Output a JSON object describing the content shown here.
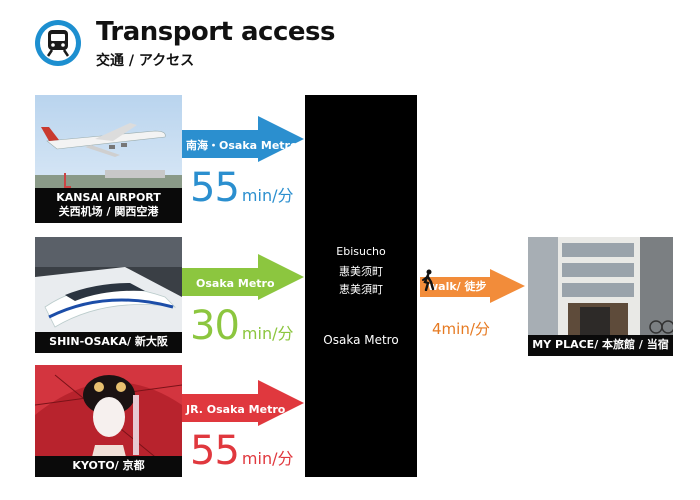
{
  "header": {
    "title": "Transport access",
    "subtitle": "交通 / アクセス",
    "icon": "train-icon",
    "accent": "#1d8fd0"
  },
  "routes": [
    {
      "caption_line1": "KANSAI AIRPORT",
      "caption_line2": "关西机场 / 関西空港",
      "line": "南海・Osaka Metro",
      "minutes": "55",
      "unit": "min/分",
      "color": "#2b8fcf",
      "photo": "airplane-photo"
    },
    {
      "caption_line1": "SHIN-OSAKA/ 新大阪",
      "line": "Osaka Metro",
      "minutes": "30",
      "unit": "min/分",
      "color": "#8cc63f",
      "photo": "shinkansen-photo"
    },
    {
      "caption_line1": "KYOTO/ 京都",
      "line": "JR. Osaka Metro",
      "minutes": "55",
      "unit": "min/分",
      "color": "#e0383e",
      "photo": "geisha-photo"
    }
  ],
  "hub": {
    "station_en": "Ebisucho",
    "station_zh": "惠美须町",
    "station_ja": "恵美須町",
    "line": "Osaka Metro"
  },
  "walk": {
    "label": "walk/ 徒步",
    "minutes_text": "4min/分",
    "color": "#f28c3a",
    "icon": "walking-person-icon"
  },
  "destination": {
    "caption": "MY PLACE/ 本旅館 / 当宿",
    "photo": "building-photo"
  }
}
